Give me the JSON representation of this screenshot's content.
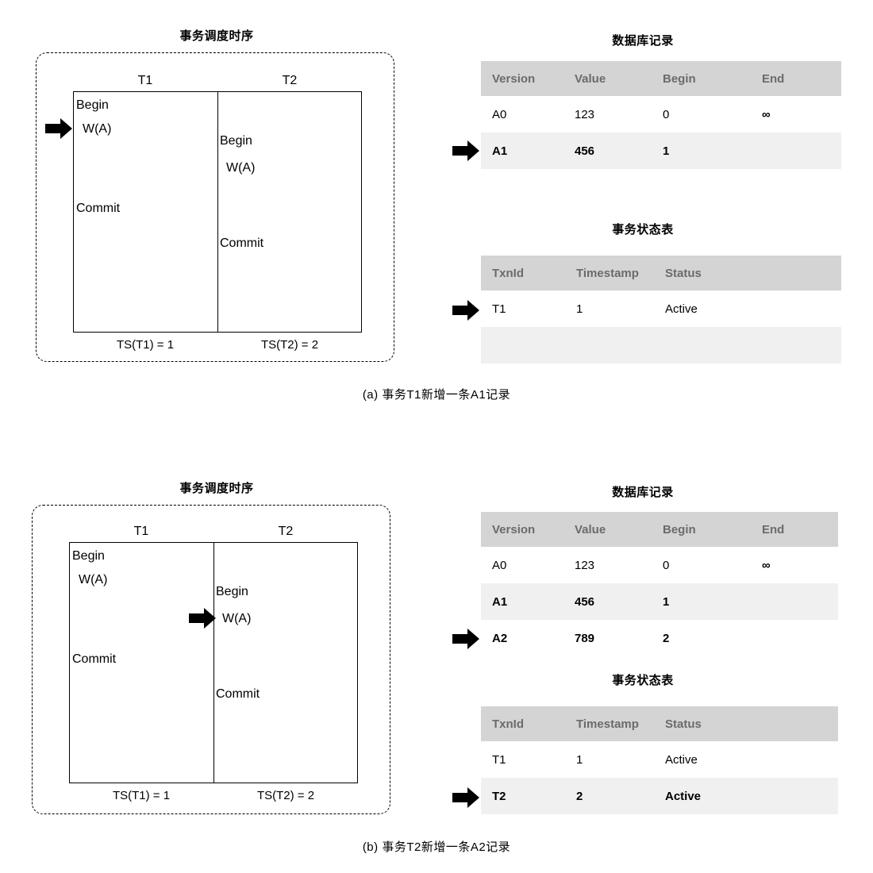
{
  "figure": {
    "panel_titles": {
      "schedule": "事务调度时序",
      "db_records": "数据库记录",
      "txn_status": "事务状态表"
    },
    "icons": {
      "arrow": "right-arrow-icon"
    }
  },
  "section_a": {
    "caption": "(a) 事务T1新增一条A1记录",
    "schedule": {
      "title": "事务调度时序",
      "columns": [
        {
          "name": "T1",
          "ops": [
            "Begin",
            "W(A)",
            "Commit"
          ]
        },
        {
          "name": "T2",
          "ops": [
            "Begin",
            "W(A)",
            "Commit"
          ]
        }
      ],
      "ts_labels": [
        "TS(T1) = 1",
        "TS(T2) = 2"
      ],
      "pointer_target": "T1.W(A)"
    },
    "db_records": {
      "title": "数据库记录",
      "headers": [
        "Version",
        "Value",
        "Begin",
        "End"
      ],
      "rows": [
        {
          "version": "A0",
          "value": "123",
          "begin": "0",
          "end": "∞",
          "highlight": false,
          "bold": false,
          "pointer": false
        },
        {
          "version": "A1",
          "value": "456",
          "begin": "1",
          "end": "",
          "highlight": true,
          "bold": true,
          "pointer": true
        }
      ]
    },
    "txn_status": {
      "title": "事务状态表",
      "headers": [
        "TxnId",
        "Timestamp",
        "Status"
      ],
      "rows": [
        {
          "txnid": "T1",
          "timestamp": "1",
          "status": "Active",
          "highlight": false,
          "bold": false,
          "pointer": true
        },
        {
          "txnid": "",
          "timestamp": "",
          "status": "",
          "highlight": true,
          "bold": false,
          "pointer": false
        }
      ]
    }
  },
  "section_b": {
    "caption": "(b) 事务T2新增一条A2记录",
    "schedule": {
      "title": "事务调度时序",
      "columns": [
        {
          "name": "T1",
          "ops": [
            "Begin",
            "W(A)",
            "Commit"
          ]
        },
        {
          "name": "T2",
          "ops": [
            "Begin",
            "W(A)",
            "Commit"
          ]
        }
      ],
      "ts_labels": [
        "TS(T1) = 1",
        "TS(T2) = 2"
      ],
      "pointer_target": "T2.W(A)"
    },
    "db_records": {
      "title": "数据库记录",
      "headers": [
        "Version",
        "Value",
        "Begin",
        "End"
      ],
      "rows": [
        {
          "version": "A0",
          "value": "123",
          "begin": "0",
          "end": "∞",
          "highlight": false,
          "bold": false,
          "pointer": false
        },
        {
          "version": "A1",
          "value": "456",
          "begin": "1",
          "end": "",
          "highlight": true,
          "bold": true,
          "pointer": false
        },
        {
          "version": "A2",
          "value": "789",
          "begin": "2",
          "end": "",
          "highlight": false,
          "bold": true,
          "pointer": true
        }
      ]
    },
    "txn_status": {
      "title": "事务状态表",
      "headers": [
        "TxnId",
        "Timestamp",
        "Status"
      ],
      "rows": [
        {
          "txnid": "T1",
          "timestamp": "1",
          "status": "Active",
          "highlight": false,
          "bold": false,
          "pointer": false
        },
        {
          "txnid": "T2",
          "timestamp": "2",
          "status": "Active",
          "highlight": true,
          "bold": true,
          "pointer": true
        }
      ]
    }
  },
  "colors": {
    "header_bg": "#d4d4d4",
    "header_text": "#6b6b6b",
    "row_highlight": "#f0f0f0",
    "stroke": "#000000"
  }
}
